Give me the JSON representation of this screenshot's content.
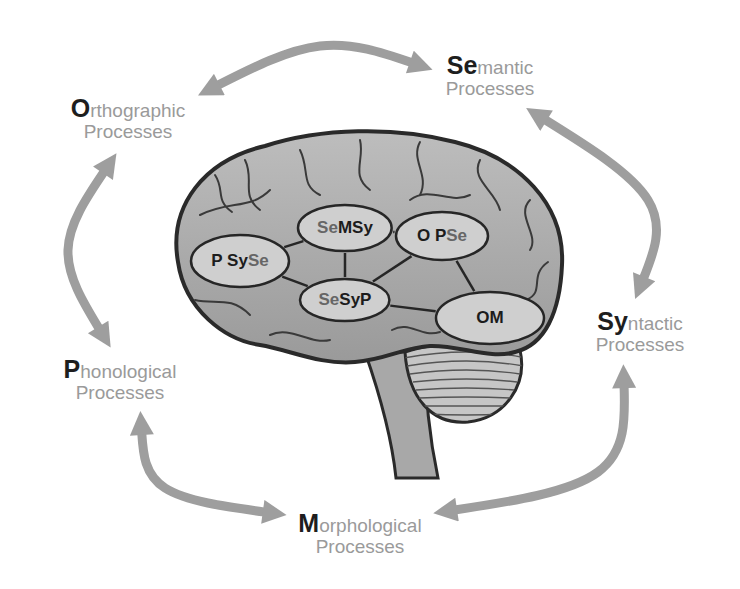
{
  "diagram": {
    "nodes": [
      {
        "text": [
          "Orthographic Processes"
        ]
      },
      {
        "text": [
          "Semantic Processes"
        ]
      },
      {
        "text": [
          "SeMSy"
        ]
      },
      {
        "text": [
          "O PSe"
        ]
      },
      {
        "text": [
          "P SySe"
        ]
      },
      {
        "text": [
          "SeSyP"
        ]
      },
      {
        "text": [
          "OM"
        ]
      },
      {
        "text": [
          "Syntactic Processes"
        ]
      },
      {
        "text": [
          "Phonological Processes"
        ]
      },
      {
        "text": [
          "Morphological Processes"
        ]
      }
    ],
    "edges": [
      {
        "from": 0,
        "to": 1,
        "arrow": "both"
      },
      {
        "from": 1,
        "to": 7,
        "arrow": "both"
      },
      {
        "from": 7,
        "to": 9,
        "arrow": "both"
      },
      {
        "from": 9,
        "to": 8,
        "arrow": "both"
      },
      {
        "from": 8,
        "to": 0,
        "arrow": "both"
      },
      {
        "from": 4,
        "to": 2,
        "arrow": "none"
      },
      {
        "from": 4,
        "to": 5,
        "arrow": "none"
      },
      {
        "from": 2,
        "to": 3,
        "arrow": "none"
      },
      {
        "from": 2,
        "to": 5,
        "arrow": "none"
      },
      {
        "from": 5,
        "to": 3,
        "arrow": "none"
      },
      {
        "from": 5,
        "to": 6,
        "arrow": "none"
      },
      {
        "from": 3,
        "to": 6,
        "arrow": "none"
      }
    ]
  }
}
